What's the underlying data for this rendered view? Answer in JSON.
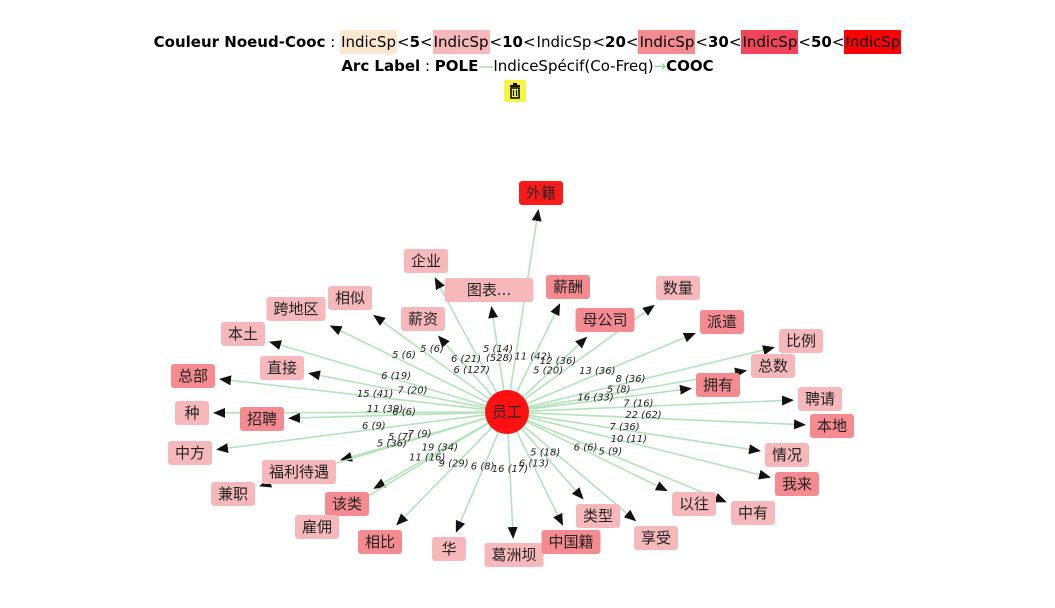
{
  "legend": {
    "node_title": "Couleur Noeud-Cooc",
    "sep": " : ",
    "indic": "IndicSp",
    "lt": "<",
    "thresholds": [
      "5",
      "10",
      "20",
      "30",
      "50"
    ],
    "colors": [
      "#fde8cf",
      "#f7b8bb",
      "#ffffff",
      "#f58a90",
      "#f2445a",
      "#ff0000"
    ],
    "arc_title": "Arc Label",
    "pole": "POLE",
    "dash": "—",
    "indice": "IndiceSpécif(Co-Freq)",
    "arrow": "→",
    "cooc": "COOC"
  },
  "toolbar": {
    "trash_icon": "trash-icon"
  },
  "graph": {
    "center": {
      "label": "员工",
      "color": "#ff1111"
    },
    "edge_color": "#b3e3b8",
    "nodes": [
      {
        "label": "外籍",
        "color": "#ff1a1a",
        "edge_label": ""
      },
      {
        "label": "企业",
        "color": "#f7b8bb",
        "edge_label": ""
      },
      {
        "label": "图表...",
        "color": "#f7b8bb",
        "edge_label": "(528)"
      },
      {
        "label": "薪酬",
        "color": "#f58a90",
        "edge_label": "11 (42)"
      },
      {
        "label": "数量",
        "color": "#f7b8bb",
        "edge_label": ""
      },
      {
        "label": "相似",
        "color": "#f7b8bb",
        "edge_label": ""
      },
      {
        "label": "跨地区",
        "color": "#f7b8bb",
        "edge_label": ""
      },
      {
        "label": "薪资",
        "color": "#f7b8bb",
        "edge_label": "6 (127)"
      },
      {
        "label": "母公司",
        "color": "#f58a90",
        "edge_label": "5 (20)"
      },
      {
        "label": "派遣",
        "color": "#f58a90",
        "edge_label": "13 (36)"
      },
      {
        "label": "比例",
        "color": "#f7b8bb",
        "edge_label": "8 (36)"
      },
      {
        "label": "本土",
        "color": "#f7b8bb",
        "edge_label": "6 (19)"
      },
      {
        "label": "总数",
        "color": "#f7b8bb",
        "edge_label": "5 (8)"
      },
      {
        "label": "直接",
        "color": "#f7b8bb",
        "edge_label": "7 (20)"
      },
      {
        "label": "拥有",
        "color": "#f58a90",
        "edge_label": "16 (33)"
      },
      {
        "label": "总部",
        "color": "#f58a90",
        "edge_label": "15 (41)"
      },
      {
        "label": "聘请",
        "color": "#f7b8bb",
        "edge_label": "7 (16)"
      },
      {
        "label": "种",
        "color": "#f7b8bb",
        "edge_label": ""
      },
      {
        "label": "招聘",
        "color": "#f58a90",
        "edge_label": "6 (6)"
      },
      {
        "label": "本地",
        "color": "#f58a90",
        "edge_label": "22 (62)"
      },
      {
        "label": "中方",
        "color": "#f7b8bb",
        "edge_label": "6 (9)"
      },
      {
        "label": "情况",
        "color": "#f7b8bb",
        "edge_label": "7 (36)"
      },
      {
        "label": "福利待遇",
        "color": "#f7b8bb",
        "edge_label": "7 (9)"
      },
      {
        "label": "我来",
        "color": "#f58a90",
        "edge_label": "10 (11)"
      },
      {
        "label": "兼职",
        "color": "#f7b8bb",
        "edge_label": "5 (36)"
      },
      {
        "label": "该类",
        "color": "#f58a90",
        "edge_label": "19 (34)"
      },
      {
        "label": "以往",
        "color": "#f7b8bb",
        "edge_label": "6 (6)"
      },
      {
        "label": "雇佣",
        "color": "#f7b8bb",
        "edge_label": "11 (16)"
      },
      {
        "label": "相比",
        "color": "#f58a90",
        "edge_label": "9 (29)"
      },
      {
        "label": "华",
        "color": "#f7b8bb",
        "edge_label": "6 (8)"
      },
      {
        "label": "葛洲坝",
        "color": "#f7b8bb",
        "edge_label": "16 (17)"
      },
      {
        "label": "中国籍",
        "color": "#f58a90",
        "edge_label": "6 (13)"
      },
      {
        "label": "类型",
        "color": "#f7b8bb",
        "edge_label": "5 (18)"
      },
      {
        "label": "享受",
        "color": "#f7b8bb",
        "edge_label": ""
      },
      {
        "label": "中有",
        "color": "#f7b8bb",
        "edge_label": "5 (9)"
      }
    ],
    "extra_labels": [
      "5 (6)",
      "5 (6)",
      "6 (21)",
      "5 (14)",
      "12 (36)",
      "11 (39)",
      "5 (7)"
    ]
  }
}
